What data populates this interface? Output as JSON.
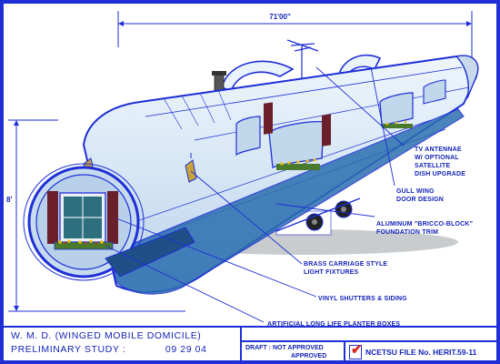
{
  "dimensions": {
    "length": "71'00\"",
    "height": "8'"
  },
  "callouts": {
    "tv_antenna_line1": "TV ANTENNAE",
    "tv_antenna_line2": "W/ OPTIONAL",
    "tv_antenna_line3": "SATELLITE",
    "tv_antenna_line4": "DISH UPGRADE",
    "gull_wing_line1": "GULL WING",
    "gull_wing_line2": "DOOR DESIGN",
    "trim_line1": "ALUMINUM \"BRICCO-BLOCK\"",
    "trim_line2": "FOUNDATION TRIM",
    "fixtures_line1": "BRASS CARRIAGE STYLE",
    "fixtures_line2": "LIGHT FIXTURES",
    "shutters": "VINYL SHUTTERS & SIDING",
    "planters": "ARTIFICIAL LONG LIFE PLANTER BOXES"
  },
  "title_block": {
    "line1": "W. M. D. (WINGED MOBILE DOMICILE)",
    "line2_label": "PRELIMINARY STUDY :",
    "date": "09 29 04",
    "draft_line1": "DRAFT :  NOT APPROVED",
    "draft_line2": "APPROVED",
    "file": "NCETSU FILE No. HERIT.59-11"
  },
  "colors": {
    "blueprint_blue": "#1e2fd6",
    "check_red": "#d9261c",
    "shutter_maroon": "#6b1f2a",
    "body_fill": "#dbe9f6"
  }
}
